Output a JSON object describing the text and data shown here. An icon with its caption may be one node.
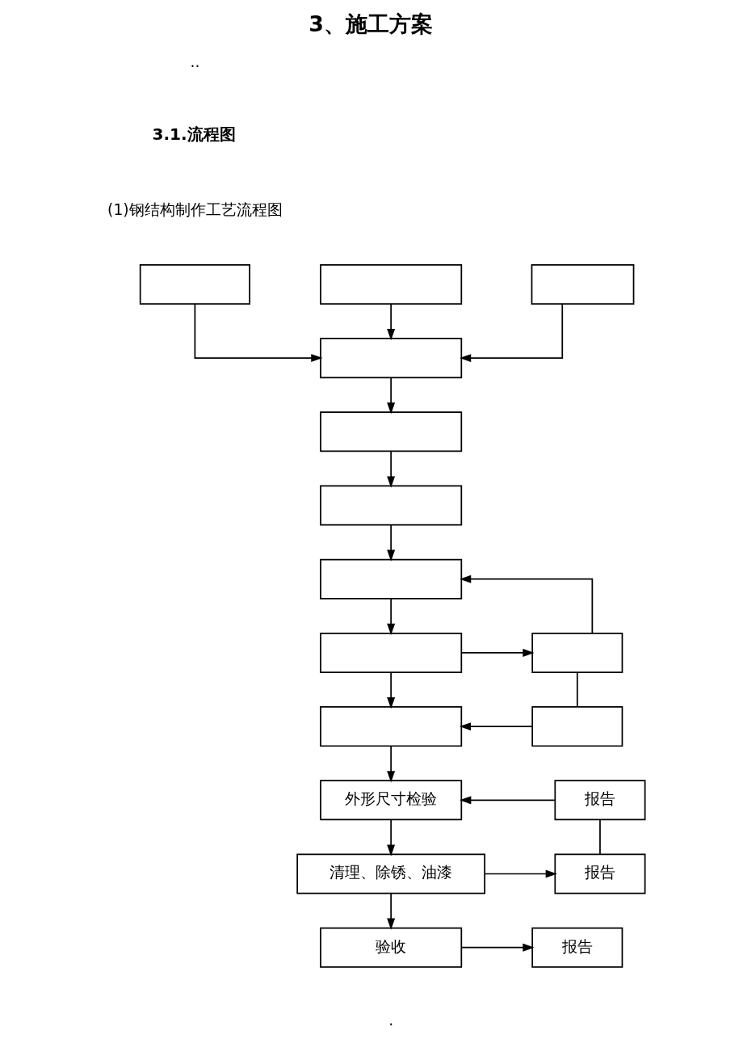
{
  "diagram": {
    "title": "3、施工方案",
    "nodes": [
      {
        "text": [],
        "shape": "box"
      },
      {
        "text": [],
        "shape": "box"
      },
      {
        "text": [],
        "shape": "box"
      },
      {
        "text": [],
        "shape": "box"
      },
      {
        "text": [],
        "shape": "box"
      },
      {
        "text": [],
        "shape": "box"
      },
      {
        "text": [],
        "shape": "box"
      },
      {
        "text": [],
        "shape": "box"
      },
      {
        "text": [],
        "shape": "box"
      },
      {
        "text": [],
        "shape": "box"
      },
      {
        "text": [],
        "shape": "box"
      },
      {
        "text": [
          "外形尺寸检验"
        ]
      },
      {
        "text": [
          "报告"
        ]
      },
      {
        "text": [
          "清理、除锈、油漆"
        ]
      },
      {
        "text": [
          "报告"
        ]
      },
      {
        "text": [
          "验收"
        ]
      },
      {
        "text": [
          "报告"
        ]
      }
    ],
    "edges": [
      {
        "from": 1,
        "to": 3,
        "arrow": "to"
      },
      {
        "from": 0,
        "to": 3,
        "arrow": "to"
      },
      {
        "from": 2,
        "to": 3,
        "arrow": "to"
      },
      {
        "from": 3,
        "to": 4,
        "arrow": "to"
      },
      {
        "from": 4,
        "to": 5,
        "arrow": "to"
      },
      {
        "from": 5,
        "to": 6,
        "arrow": "to"
      },
      {
        "from": 8,
        "to": 6,
        "arrow": "to"
      },
      {
        "from": 6,
        "to": 7,
        "arrow": "to"
      },
      {
        "from": 7,
        "to": 8,
        "arrow": "to"
      },
      {
        "from": 8,
        "to": 10,
        "arrow": "none"
      },
      {
        "from": 7,
        "to": 9,
        "arrow": "to"
      },
      {
        "from": 10,
        "to": 9,
        "arrow": "to"
      },
      {
        "from": 9,
        "to": 11,
        "arrow": "to"
      },
      {
        "from": 12,
        "to": 11,
        "arrow": "to"
      },
      {
        "from": 12,
        "to": 14,
        "arrow": "none"
      },
      {
        "from": 11,
        "to": 13,
        "arrow": "to"
      },
      {
        "from": 13,
        "to": 14,
        "arrow": "to"
      },
      {
        "from": 13,
        "to": 15,
        "arrow": "to"
      },
      {
        "from": 15,
        "to": 16,
        "arrow": "to"
      }
    ],
    "labels": [
      "..",
      "3.1.流程图",
      "(1)钢结构制作工艺流程图",
      "."
    ]
  }
}
